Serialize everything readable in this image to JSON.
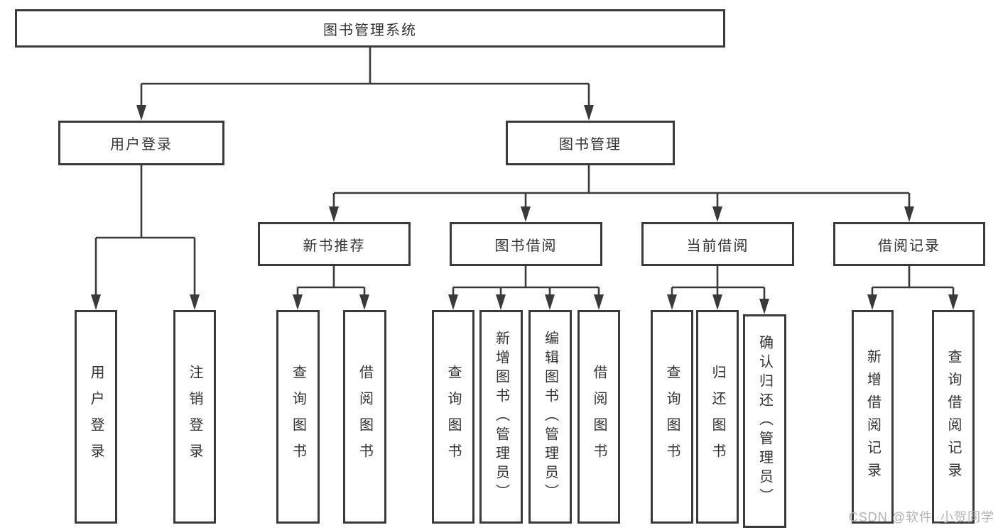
{
  "diagram": {
    "title": "图书管理系统",
    "type": "hierarchy-tree",
    "colors": {
      "line": "#3a3a3a",
      "border": "#3a3a3a",
      "text": "#333333",
      "background": "#ffffff",
      "watermark": "#b3b3b3"
    }
  },
  "nodes": {
    "root": {
      "label": "图书管理系统"
    },
    "user_login": {
      "label": "用户登录"
    },
    "book_management": {
      "label": "图书管理"
    },
    "new_book_recommendation": {
      "label": "新书推荐"
    },
    "book_borrowing": {
      "label": "图书借阅"
    },
    "current_borrowing": {
      "label": "当前借阅"
    },
    "borrowing_records": {
      "label": "借阅记录"
    },
    "ul_user_login": {
      "label": "用户登录"
    },
    "ul_logout": {
      "label": "注销登录"
    },
    "nb_query_book": {
      "label": "查询图书"
    },
    "nb_borrow_book": {
      "label": "借阅图书"
    },
    "bb_query_book": {
      "label": "查询图书"
    },
    "bb_add_book": {
      "label": "新增图书（管理员）"
    },
    "bb_edit_book": {
      "label": "编辑图书（管理员）"
    },
    "bb_borrow_book": {
      "label": "借阅图书"
    },
    "cb_query_book": {
      "label": "查询图书"
    },
    "cb_return_book": {
      "label": "归还图书"
    },
    "cb_confirm_return": {
      "label": "确认归还（管理员）"
    },
    "br_add_record": {
      "label": "新增借阅记录"
    },
    "br_query_record": {
      "label": "查询借阅记录"
    }
  },
  "hierarchy": {
    "图书管理系统": {
      "用户登录": [
        "用户登录",
        "注销登录"
      ],
      "图书管理": {
        "新书推荐": [
          "查询图书",
          "借阅图书"
        ],
        "图书借阅": [
          "查询图书",
          "新增图书（管理员）",
          "编辑图书（管理员）",
          "借阅图书"
        ],
        "当前借阅": [
          "查询图书",
          "归还图书",
          "确认归还（管理员）"
        ],
        "借阅记录": [
          "新增借阅记录",
          "查询借阅记录"
        ]
      }
    }
  },
  "watermark": {
    "text": "CSDN @软件_小贺同学"
  }
}
